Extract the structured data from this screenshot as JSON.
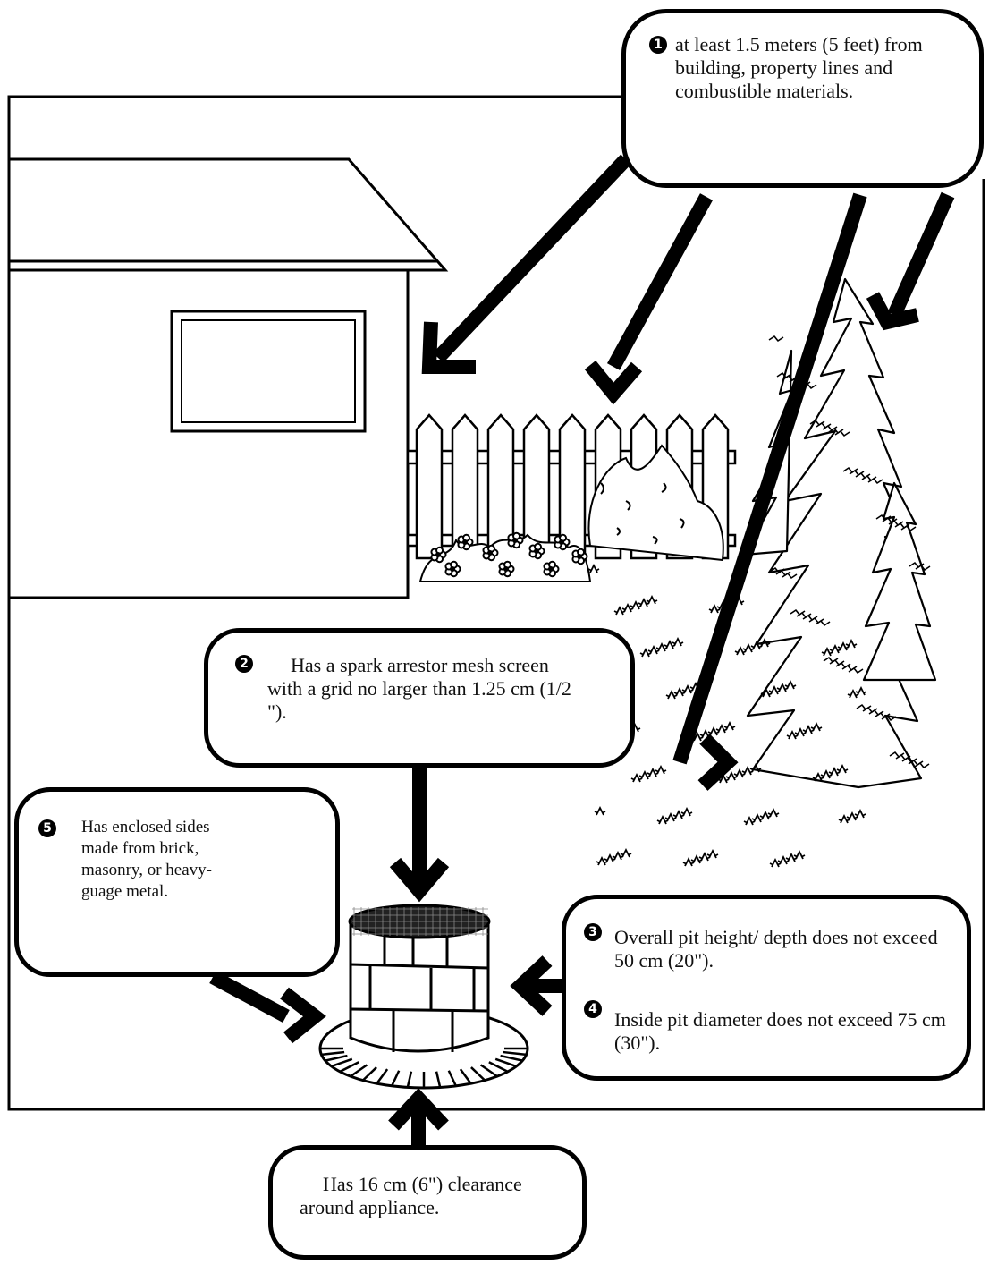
{
  "callouts": {
    "clearance_1": {
      "number": "1",
      "text": "at least 1.5 meters (5 feet) from building, property lines and combustible materials."
    },
    "spark_arrestor": {
      "number": "2",
      "text": "Has a spark arrestor mesh screen with a grid no larger than 1.25 cm (1/2 \")."
    },
    "enclosed_sides": {
      "number": "5",
      "text": "Has enclosed sides made from brick, masonry, or heavy-guage metal."
    },
    "pit_height": {
      "number": "3",
      "text": "Overall pit height/ depth does not exceed 50 cm (20\")."
    },
    "pit_diameter": {
      "number": "4",
      "text": "Inside pit diameter does not exceed 75 cm (30\")."
    },
    "ground_clearance": {
      "text": "Has 16 cm (6\") clearance around appliance."
    }
  },
  "colors": {
    "ink": "#000000",
    "paper": "#ffffff"
  }
}
